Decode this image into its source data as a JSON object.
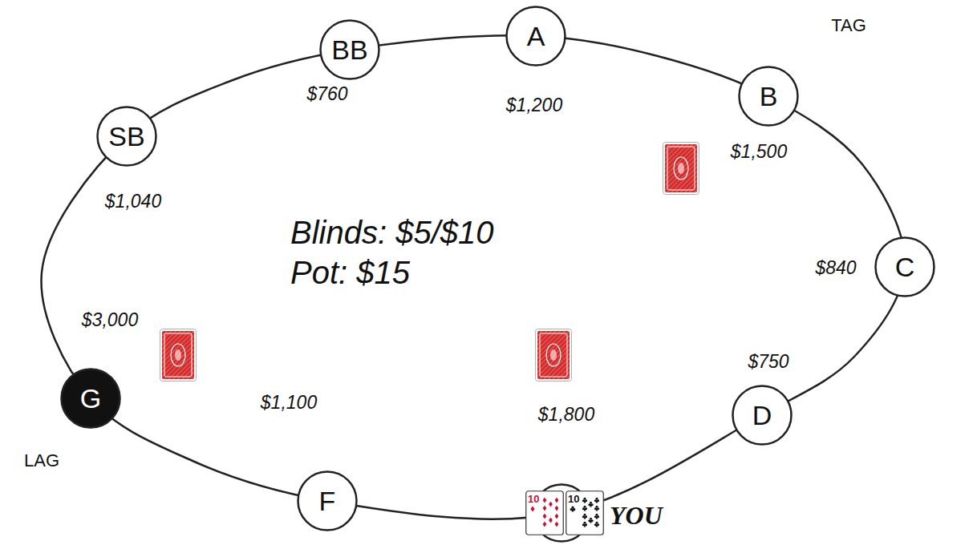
{
  "diagram": {
    "nodes": [
      {
        "text": [
          "BB"
        ]
      },
      {
        "text": [
          "A"
        ]
      },
      {
        "text": [
          "B"
        ]
      },
      {
        "text": [
          "SB"
        ]
      },
      {
        "text": [
          "C"
        ]
      },
      {
        "text": [
          "G"
        ]
      },
      {
        "text": [
          "D"
        ]
      },
      {
        "text": [
          "F"
        ]
      },
      {
        "text": [
          "YOU"
        ]
      },
      {
        "text": [
          "10"
        ],
        "in": 8
      },
      {
        "text": [
          "10"
        ],
        "in": 8
      }
    ],
    "labels": [
      "TAG",
      "$760",
      "$1,200",
      "$1,500",
      "$1,040",
      "Blinds: $5/$10",
      "Pot: $15",
      "$840",
      "$3,000",
      "$750",
      "LAG",
      "$1,100",
      "$1,800"
    ]
  }
}
